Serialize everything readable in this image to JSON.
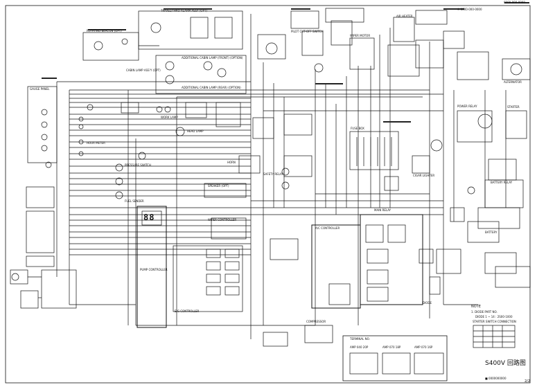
{
  "header": {
    "doc_code": "0000-000-0000",
    "page_note": "※ 0000-000-0000",
    "page_number": "2/2"
  },
  "footer": {
    "title": "S400V 回路图",
    "company": "■ 0000000000",
    "terminal_ref": "TERMINAL NO."
  },
  "blocks": {
    "travel_alarm": "TRAVEL/THRO ALARM ASSY (OPT)",
    "rotating_beacon": "ROTATING BEACON (OPT)",
    "cabin_lamp": "CABIN LAMP ASS'Y (OPT)",
    "add_cabin_front": "ADDITIONAL CABIN LAMP (FRONT) (OPTION)",
    "add_cabin_rear": "ADDITIONAL CABIN LAMP (REAR) (OPTION)",
    "pilot_cutoff": "PILOT CUT-OFF SWITCH",
    "wiper_motor": "WIPER MOTOR",
    "air_heater": "AIR HEATER",
    "alternator": "ALTERNATOR",
    "starter": "STARTER",
    "fuse_box": "FUSE BOX",
    "main_relay": "MAIN RELAY",
    "battery": "BATTERY",
    "battery_relay": "BATTERY RELAY",
    "power_relay": "POWER RELAY",
    "cigar_lighter": "CIGAR LIGHTER",
    "gauge_panel": "GAUGE PANEL",
    "ac_controller": "A/C CONTROLLER",
    "compressor": "COMPRESSOR",
    "speaker": "SPEAKER (OPT)",
    "horn": "HORN",
    "pump_controller": "PUMP CONTROLLER",
    "eng_controller": "E/G CONTROLLER",
    "fuel_sender": "FUEL SENDER",
    "pressure_switch": "PRESSURE SWITCH",
    "work_lamp": "WORK LAMP",
    "head_lamp": "HEAD LAMP",
    "safety_relay": "SAFETY RELAY",
    "hour_meter": "HOUR METER",
    "wiper_controller": "WIPER CONTROLLER",
    "starter_switch": "STARTER SWITCH CONNECTION",
    "diode": "DIODE",
    "note": "NOTE",
    "note_1": "1. DIODE PART NO.",
    "note_2": "DIODE 1 ~ 14 : 2S00-1000",
    "amp_040": "AMP 040 20P",
    "amp_070": "AMP 070 18P",
    "amp_ecu": "AMP 070 16P"
  },
  "displays": {
    "seg_left": "88",
    "seg_right": "88"
  }
}
